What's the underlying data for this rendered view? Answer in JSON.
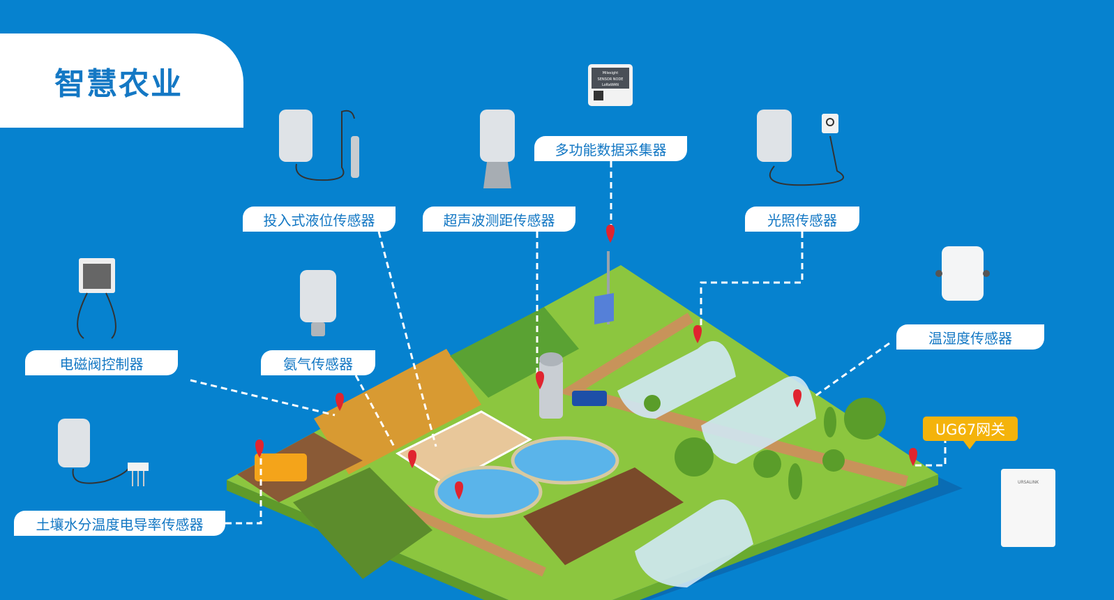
{
  "title": "智慧农业",
  "labels": {
    "liquid_level": "投入式液位传感器",
    "ultrasonic": "超声波测距传感器",
    "data_collector": "多功能数据采集器",
    "light": "光照传感器",
    "temp_humidity": "温湿度传感器",
    "valve_controller": "电磁阀控制器",
    "ammonia": "氨气传感器",
    "soil": "土壤水分温度电导率传感器",
    "gateway": "UG67网关"
  },
  "device_text": {
    "node_brand": "Milesight",
    "node_title": "SENSOR NODE",
    "node_sub": "LoRaWAN",
    "gateway_brand": "URSALINK"
  },
  "colors": {
    "background": "#0682cf",
    "accent": "#1478c4",
    "gateway": "#f4b30b",
    "pin": "#e0242f",
    "field": "#8cc63f"
  }
}
